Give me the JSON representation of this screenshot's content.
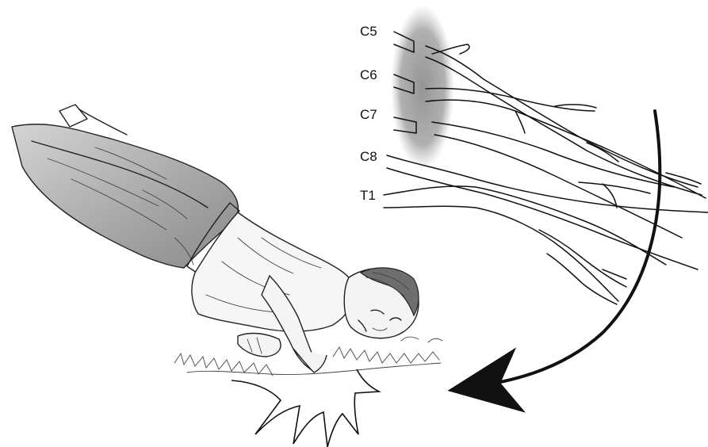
{
  "labels": {
    "c5": "C5",
    "c6": "C6",
    "c7": "C7",
    "c8": "C8",
    "t1": "T1"
  },
  "colors": {
    "ink": "#111111",
    "injury_zone": "#9a9a9a",
    "trousers": "#a9a9a9",
    "skin": "#f4f4f4"
  },
  "icons": {
    "arrow": "curved-arrow-icon",
    "impact": "impact-burst-icon"
  }
}
